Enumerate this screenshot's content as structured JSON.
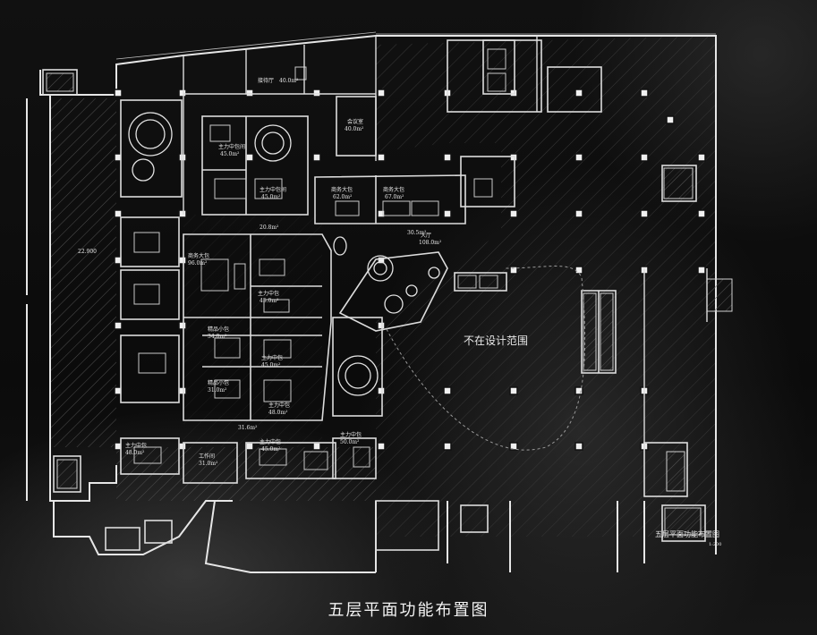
{
  "caption": "五层平面功能布置图",
  "out_of_scope": "不在设计范围",
  "hall": {
    "name": "大厅",
    "area": "108.0m²"
  },
  "hall_area_2": "30.5m²",
  "corridor_area": "20.8m²",
  "corridor_area_2": "31.6m²",
  "level_mark": "22.900",
  "top_rooms": [
    {
      "name": "接待厅",
      "area": "40.0m²"
    },
    {
      "name": "会议室",
      "area": "40.0m²"
    }
  ],
  "rooms": [
    {
      "name": "主力中包间",
      "area": "45.0m²"
    },
    {
      "name": "主力中包间",
      "area": "45.0m²"
    },
    {
      "name": "商务大包",
      "area": "62.0m²"
    },
    {
      "name": "商务大包",
      "area": "67.0m²"
    },
    {
      "name": "商务大包",
      "area": "96.0m²"
    },
    {
      "name": "主力中包",
      "area": "45.0m²"
    },
    {
      "name": "精品小包",
      "area": "34.0m²"
    },
    {
      "name": "主力中包",
      "area": "45.0m²"
    },
    {
      "name": "精品小包",
      "area": "31.0m²"
    },
    {
      "name": "主力中包",
      "area": "48.0m²"
    },
    {
      "name": "主力中包",
      "area": "48.0m²"
    },
    {
      "name": "工作间",
      "area": "31.0m²"
    },
    {
      "name": "主力中包",
      "area": "45.0m²"
    },
    {
      "name": "主力中包",
      "area": "50.0m²"
    }
  ],
  "legend_title": "五层平面功能布置图",
  "scale": "1:200"
}
